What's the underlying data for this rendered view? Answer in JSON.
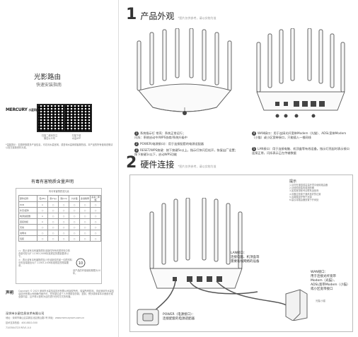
{
  "left": {
    "title": "光影路由",
    "subtitle": "快速安装指南",
    "brand": "MERCURY",
    "brand_cn": "水星网络",
    "qr1_caption": "扫描二维码关注\n微信公众号",
    "qr2_caption": "扫描下载\n水星APP",
    "service_note": "*温馨提示：如需获取更多产品信息，可访问水星官网，或咨询水星网络客服热线。本产品的所有使用说明请以官方最新资料为准。",
    "hazard_title": "有毒有害物质含量声明",
    "hazard_table_title": "有毒有害物质或元素",
    "hazard_col0": "部件名称",
    "hazard_cols": [
      "铅(Pb)",
      "汞(Hg)",
      "镉(Cd)",
      "六价铬",
      "多溴联苯",
      "多溴二苯醚"
    ],
    "hazard_rows": [
      "PCB",
      "外壳/配件",
      "电源适配器",
      "连接线缆",
      "天线",
      "说明书",
      "包装"
    ],
    "hazard_note": "○：表示该有毒有害物质在该部件所有均质材料中的含量均在SJ/T 11363-2006标准规定的限量要求以下。\n×：表示该有毒有害物质至少在该部件的某一均质材料中的含量超出SJ/T 11363-2006标准规定的限量要求。",
    "recycle_note": "该产品的环保使用期限为10年。",
    "statement_title": "声明",
    "statement_text": "Copyright © 2023 深圳市水星信息技术有限公司版权所有，保留所有权利。未经深圳市水星信息技术有限公司明确书面许可，任何单位或个人不得擅自仿制、复制、誊抄或转译本手册部分或全部内容，且不得以营利为目的进行任何方式的传播。",
    "company": "深圳市水星信息技术有限公司",
    "address": "地址：深圳市南山区高新区北区朗山路1号 网址：www.mercurycom.com.cn",
    "hotline": "技术支持热线：400-8810-500",
    "version": "7103504723 REV1.0.0"
  },
  "sec1": {
    "num": "1",
    "title": "产品外观",
    "sub": "*图片仅供参考，请以实物为准",
    "items": [
      {
        "n": "1",
        "text": "系统指示灯  常亮：系统正常运行；\n闪烁：系统启动中/WPS协商/系统升级中"
      },
      {
        "n": "2",
        "text": "POWER(电源接口)：用于连接配套的电源适配器"
      },
      {
        "n": "3",
        "text": "RESET/WPS按键：按下按键5s以上，指示灯快闪后松开，恢复出厂设置；按下按键1s以下，启动WPS功能"
      },
      {
        "n": "4",
        "text": "WAN接口：用于连接光纤宽带Modem（光猫）、ADSL宽带Modem（小猫）或小区宽带接口，只能插入一根网线"
      },
      {
        "n": "5",
        "text": "LAN接口：用于连接电脑、机顶盒等有线设备。指示灯亮起时表示接口连接正常，闪烁表示正在传输数据"
      }
    ]
  },
  "sec2": {
    "num": "2",
    "title": "硬件连接",
    "sub": "*图片仅供参考，请以实物为准",
    "notes_title": "提示",
    "notes": "1.请勿在潮湿或高温环境中使用路由器\n2.请使用原装电源适配器\n3.如需宽带账号请联系运营商\n4.设备应放置于通风良好的位置\n5.远离微波炉等干扰源\n6.建议将路由器放置于开阔处",
    "lan_label": "LAN接口：\n连接电脑、机顶盒等\n需要有线网络的设备",
    "wan_label": "WAN接口：\n用于连接光纤宽带\nModem（光猫）、\nADSL宽带Modem（小猫）\n或小区宽带接口",
    "power_label": "POWER（电源接口）：\n连接配套的电源适配器",
    "modem_label": "光猫/小猫"
  }
}
